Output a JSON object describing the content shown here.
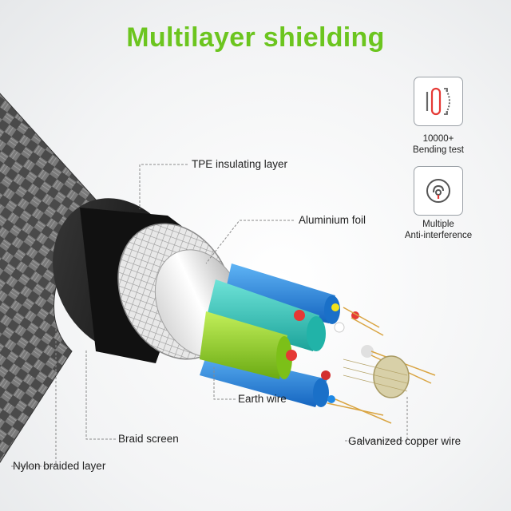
{
  "title": "Multilayer shielding",
  "labels": {
    "tpe": "TPE insulating layer",
    "aluminium": "Aluminium foil",
    "earth": "Earth wire",
    "braid": "Braid screen",
    "nylon": "Nylon braided layer",
    "copper": "Galvanized copper wire"
  },
  "badges": [
    {
      "icon": "bending-icon",
      "line1": "10000+",
      "line2": "Bending test"
    },
    {
      "icon": "anti-interference-icon",
      "line1": "Multiple",
      "line2": "Anti-interference"
    }
  ],
  "colors": {
    "title": "#6cc51f",
    "blue": "#1e7fd6",
    "teal": "#2cc4b8",
    "green": "#8fd12a",
    "black_jacket": "#151515",
    "braid": "#5c5c5c"
  }
}
